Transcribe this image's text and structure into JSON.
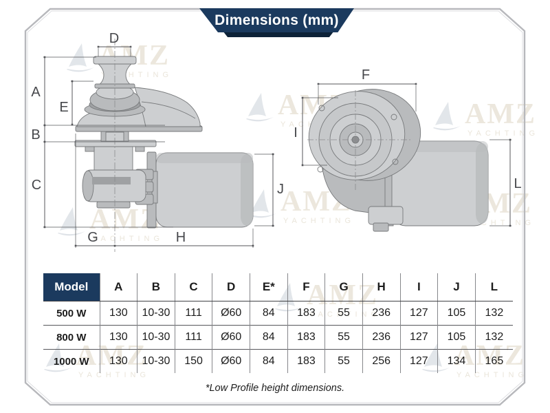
{
  "banner": {
    "title": "Dimensions (mm)"
  },
  "watermark": {
    "brand": "AMZ",
    "sub": "YACHTING"
  },
  "diagram": {
    "labels": {
      "A": "A",
      "B": "B",
      "C": "C",
      "D": "D",
      "E": "E",
      "F": "F",
      "G": "G",
      "H": "H",
      "I": "I",
      "J": "J",
      "L": "L"
    }
  },
  "table": {
    "model_header": "Model",
    "columns": [
      "A",
      "B",
      "C",
      "D",
      "E*",
      "F",
      "G",
      "H",
      "I",
      "J",
      "L"
    ],
    "rows": [
      {
        "model": "500 W",
        "values": [
          "130",
          "10-30",
          "111",
          "Ø60",
          "84",
          "183",
          "55",
          "236",
          "127",
          "105",
          "132"
        ]
      },
      {
        "model": "800 W",
        "values": [
          "130",
          "10-30",
          "111",
          "Ø60",
          "84",
          "183",
          "55",
          "236",
          "127",
          "105",
          "132"
        ]
      },
      {
        "model": "1000 W",
        "values": [
          "130",
          "10-30",
          "150",
          "Ø60",
          "84",
          "183",
          "55",
          "256",
          "127",
          "134",
          "165"
        ]
      }
    ]
  },
  "footnote": "*Low Profile height dimensions.",
  "colors": {
    "navy": "#1b3a5e",
    "frame": "#b7b8bc",
    "dim_line": "#55565a"
  }
}
